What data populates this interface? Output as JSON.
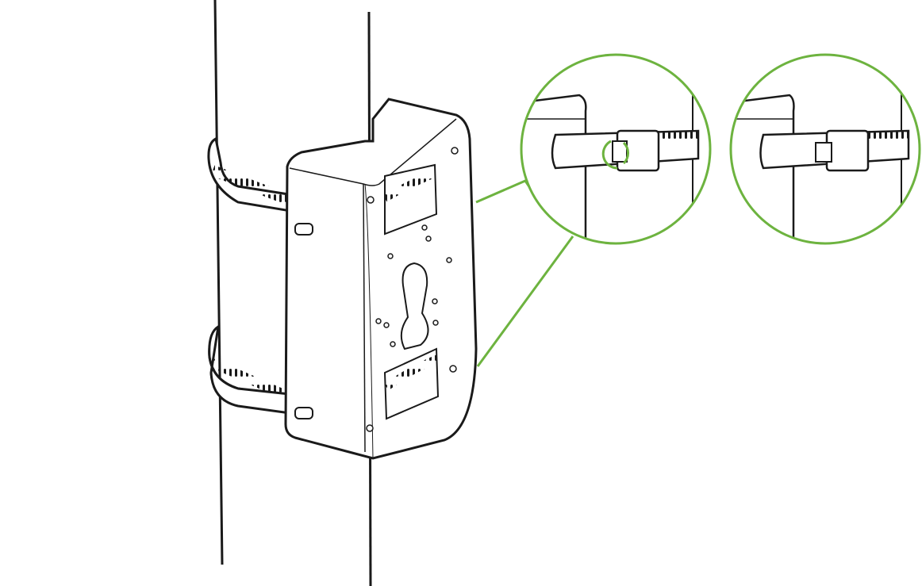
{
  "colors": {
    "line": "#1a1a1a",
    "callout": "#6db33f",
    "background": "#ffffff"
  },
  "icons": [
    "pole",
    "pole-mount-bracket",
    "hose-clamp",
    "zoom-callout-loosened",
    "zoom-callout-tightened",
    "rotate-arrow"
  ]
}
